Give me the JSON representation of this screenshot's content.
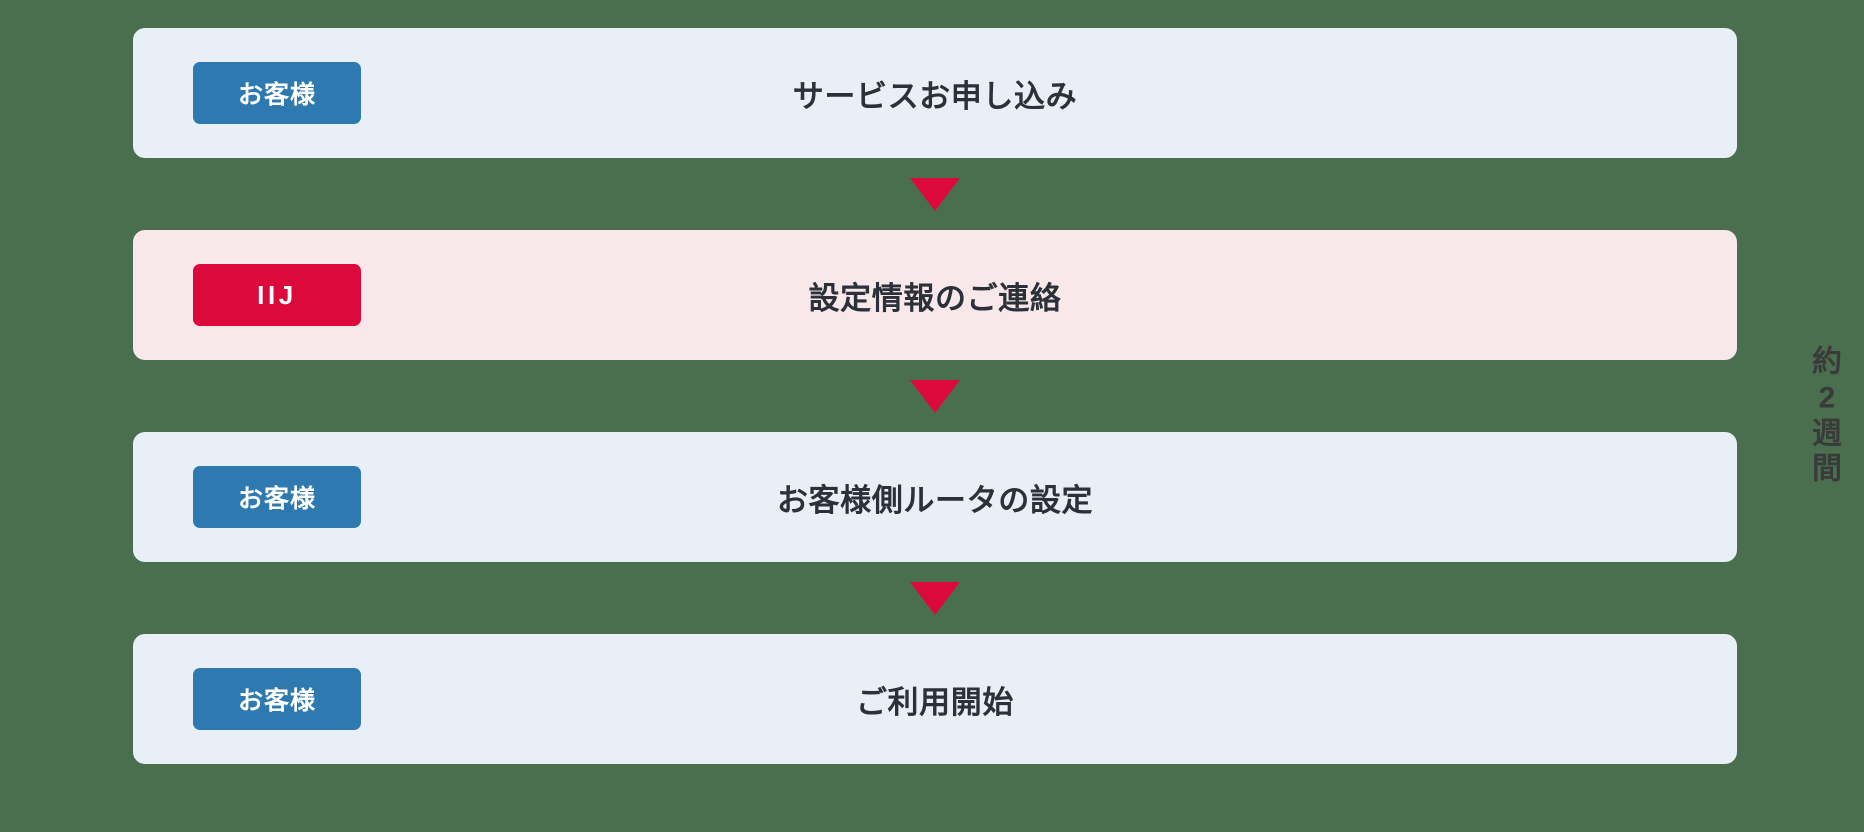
{
  "diagram": {
    "title_semantic": "service-setup-flow",
    "background_color": "#4a6f4e",
    "accent_red": "#dc0a3c",
    "accent_blue": "#2e79b0",
    "panel_customer_bg": "#e8eff7",
    "panel_iij_bg": "#f9e8ea",
    "steps": [
      {
        "badge": "お客様",
        "badge_role": "customer",
        "title": "サービスお申し込み"
      },
      {
        "badge": "IIJ",
        "badge_role": "iij",
        "title": "設定情報のご連絡"
      },
      {
        "badge": "お客様",
        "badge_role": "customer",
        "title": "お客様側ルータの設定"
      },
      {
        "badge": "お客様",
        "badge_role": "customer",
        "title": "ご利用開始"
      }
    ],
    "duration": {
      "full_text": "約2週間",
      "chars": [
        "約",
        "2",
        "週",
        "間"
      ]
    },
    "icons": {
      "arrow": "triangle-down-icon"
    }
  }
}
